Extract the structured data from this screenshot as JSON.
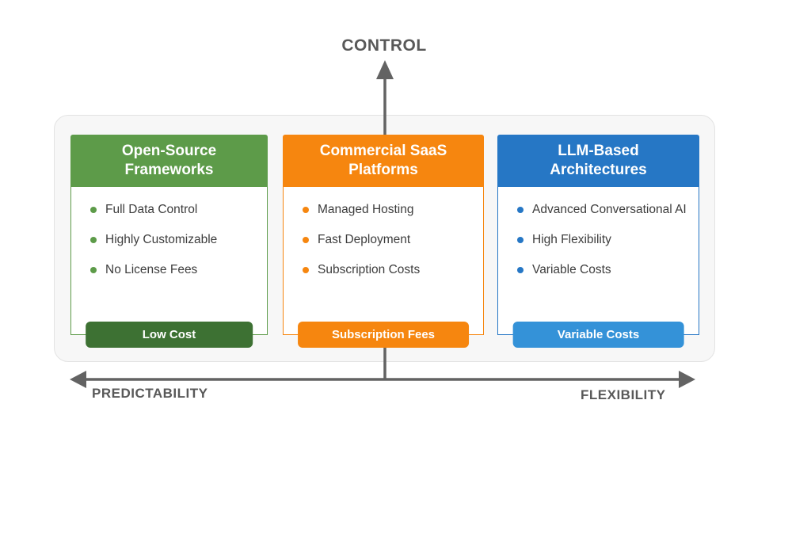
{
  "diagram": {
    "axes": {
      "vertical_label": "CONTROL",
      "horizontal_left_label": "PREDICTABILITY",
      "horizontal_right_label": "FLEXIBILITY",
      "arrow_color": "#636363",
      "label_color": "#595959"
    },
    "cards": [
      {
        "title": "Open-Source Frameworks",
        "items": [
          "Full Data Control",
          "Highly Customizable",
          "No License Fees"
        ],
        "badge": "Low Cost",
        "theme_color": "#5d9b49",
        "badge_color": "#3d7133"
      },
      {
        "title": "Commercial SaaS Platforms",
        "items": [
          "Managed Hosting",
          "Fast Deployment",
          "Subscription Costs"
        ],
        "badge": "Subscription Fees",
        "theme_color": "#f6860f",
        "badge_color": "#f6860f"
      },
      {
        "title": "LLM-Based Architectures",
        "items": [
          "Advanced Conversational AI",
          "High Flexibility",
          "Variable Costs"
        ],
        "badge": "Variable Costs",
        "theme_color": "#2677c5",
        "badge_color": "#3492d8"
      }
    ]
  }
}
